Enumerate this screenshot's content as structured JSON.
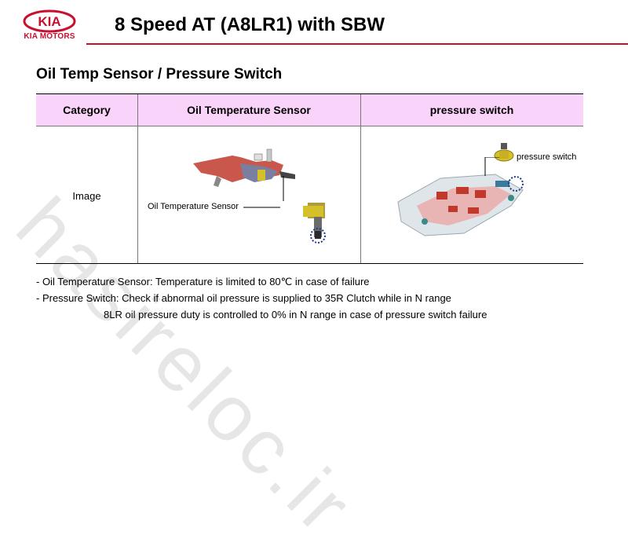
{
  "header": {
    "logo_text": "KIA MOTORS",
    "title": "8 Speed AT (A8LR1) with SBW",
    "accent_color": "#c8102e"
  },
  "subtitle": "Oil Temp Sensor / Pressure Switch",
  "table": {
    "header_color": "#f9d3f9",
    "columns": [
      "Category",
      "Oil Temperature Sensor",
      "pressure switch"
    ],
    "row_label": "Image",
    "oil_temp_label": "Oil Temperature Sensor",
    "pressure_label": "pressure switch"
  },
  "notes": [
    "- Oil Temperature Sensor: Temperature is limited to 80℃ in case of failure",
    "- Pressure Switch: Check if abnormal oil pressure is supplied to 35R Clutch while in N range",
    "8LR oil pressure duty is controlled to 0% in N range in case of pressure switch failure"
  ],
  "watermark": "hasireloc.ir"
}
